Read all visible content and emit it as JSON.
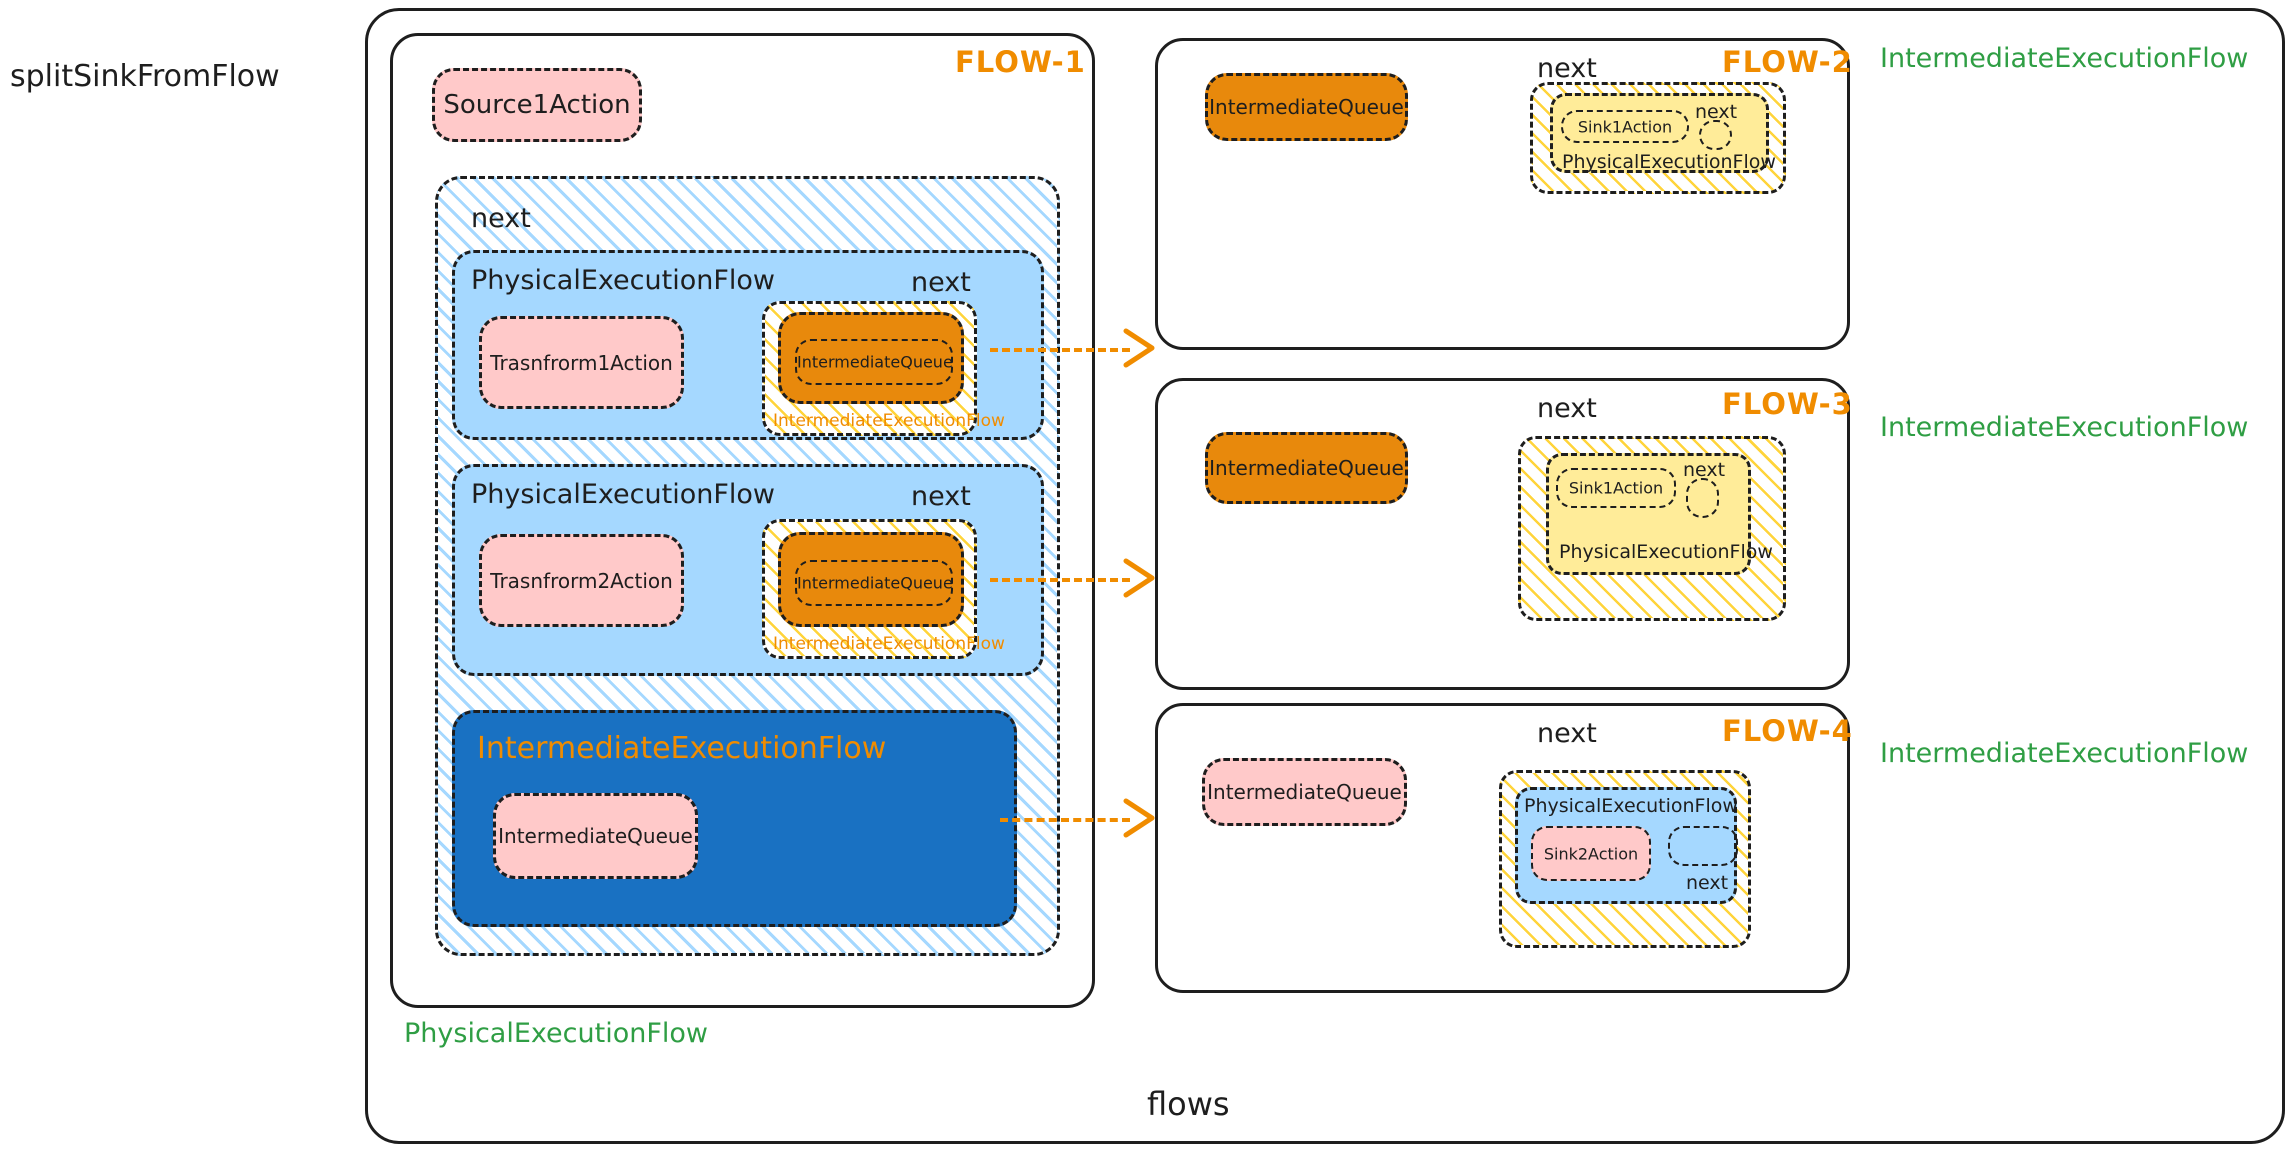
{
  "diagram": {
    "title_left": "splitSinkFromFlow",
    "bottom_label": "flows",
    "colors": {
      "orange_accent": "#f08c00",
      "green_label": "#2f9e44",
      "pink_fill": "#ffc9c9",
      "orange_fill": "#e8890c",
      "blue_light_fill": "#a5d8ff",
      "blue_dark_fill": "#1971c2",
      "yellow_fill": "#ffec99",
      "stroke": "#1e1e1e"
    }
  },
  "flow1": {
    "badge": "FLOW-1",
    "green_label": "PhysicalExecutionFlow",
    "source_action": "Source1Action",
    "next_label": "next",
    "rows": [
      {
        "title": "PhysicalExecutionFlow",
        "next_label": "next",
        "action": "Trasnfrorm1Action",
        "queue": "IntermediateQueue",
        "inner_label": "IntermediateExecutionFlow"
      },
      {
        "title": "PhysicalExecutionFlow",
        "next_label": "next",
        "action": "Trasnfrorm2Action",
        "queue": "IntermediateQueue",
        "inner_label": "IntermediateExecutionFlow"
      }
    ],
    "intermediate": {
      "title": "IntermediateExecutionFlow",
      "queue": "IntermediateQueue"
    }
  },
  "flow2": {
    "badge": "FLOW-2",
    "green_label": "IntermediateExecutionFlow",
    "next_label": "next",
    "queue": "IntermediateQueue",
    "inner": {
      "title": "PhysicalExecutionFlow",
      "action": "Sink1Action",
      "next_label": "next"
    }
  },
  "flow3": {
    "badge": "FLOW-3",
    "green_label": "IntermediateExecutionFlow",
    "next_label": "next",
    "queue": "IntermediateQueue",
    "inner": {
      "title": "PhysicalExecutionFlow",
      "action": "Sink1Action",
      "next_label": "next"
    }
  },
  "flow4": {
    "badge": "FLOW-4",
    "green_label": "IntermediateExecutionFlow",
    "next_label": "next",
    "queue": "IntermediateQueue",
    "inner": {
      "title": "PhysicalExecutionFlow",
      "action": "Sink2Action",
      "next_label": "next"
    }
  }
}
